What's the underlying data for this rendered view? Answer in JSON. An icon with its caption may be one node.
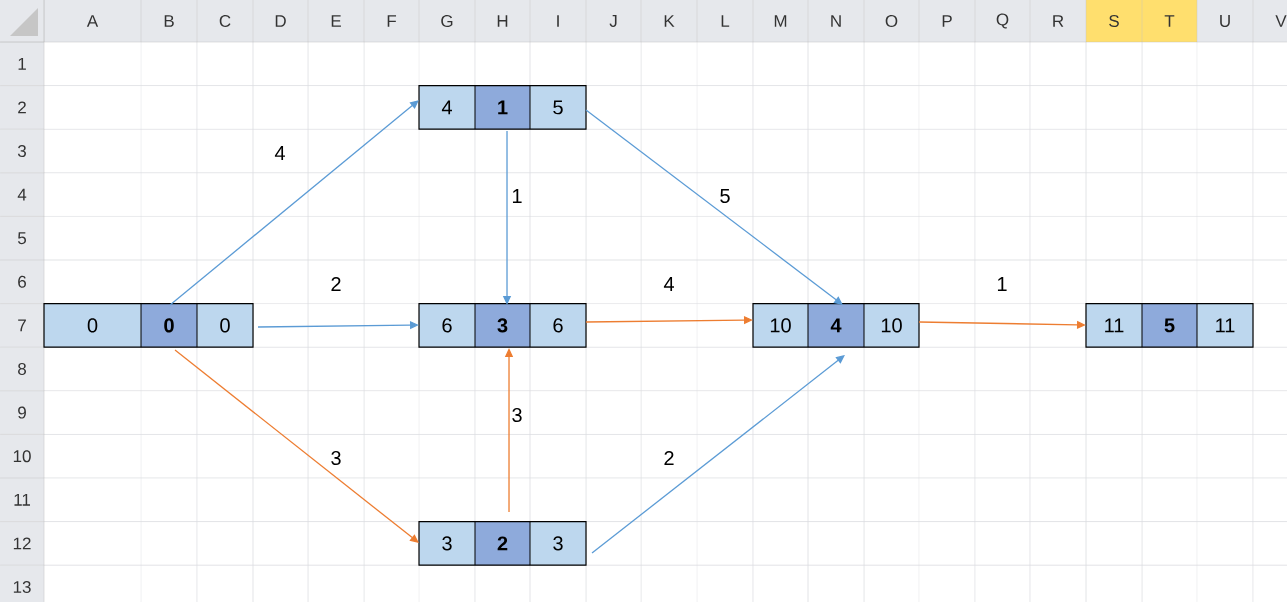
{
  "diagram": {
    "nodes": [
      {
        "text": [
          "4",
          "1",
          "5"
        ]
      },
      {
        "text": [
          "0",
          "0",
          "0"
        ]
      },
      {
        "text": [
          "6",
          "3",
          "6"
        ]
      },
      {
        "text": [
          "10",
          "4",
          "10"
        ]
      },
      {
        "text": [
          "11",
          "5",
          "11"
        ]
      },
      {
        "text": [
          "3",
          "2",
          "3"
        ]
      }
    ],
    "edges": [
      {
        "from": 1,
        "to": 0,
        "arrow": "to",
        "label": "4"
      },
      {
        "from": 1,
        "to": 2,
        "arrow": "to",
        "label": "2"
      },
      {
        "from": 1,
        "to": 5,
        "arrow": "to",
        "label": "3",
        "color": "#ed7d31"
      },
      {
        "from": 0,
        "to": 2,
        "arrow": "to",
        "label": "1"
      },
      {
        "from": 0,
        "to": 3,
        "arrow": "to",
        "label": "5"
      },
      {
        "from": 2,
        "to": 3,
        "arrow": "to",
        "label": "4",
        "color": "#ed7d31"
      },
      {
        "from": 5,
        "to": 2,
        "arrow": "to",
        "label": "3",
        "color": "#ed7d31"
      },
      {
        "from": 5,
        "to": 3,
        "arrow": "to",
        "label": "2"
      },
      {
        "from": 3,
        "to": 4,
        "arrow": "to",
        "label": "1",
        "color": "#ed7d31"
      }
    ],
    "labels": [
      "A",
      "B",
      "C",
      "D",
      "E",
      "F",
      "G",
      "H",
      "I",
      "J",
      "K",
      "L",
      "M",
      "N",
      "O",
      "P",
      "Q",
      "R",
      "S",
      "T",
      "U",
      "V",
      "1",
      "2",
      "3",
      "4",
      "5",
      "6",
      "7",
      "8",
      "9",
      "10",
      "11",
      "12",
      "13"
    ]
  }
}
